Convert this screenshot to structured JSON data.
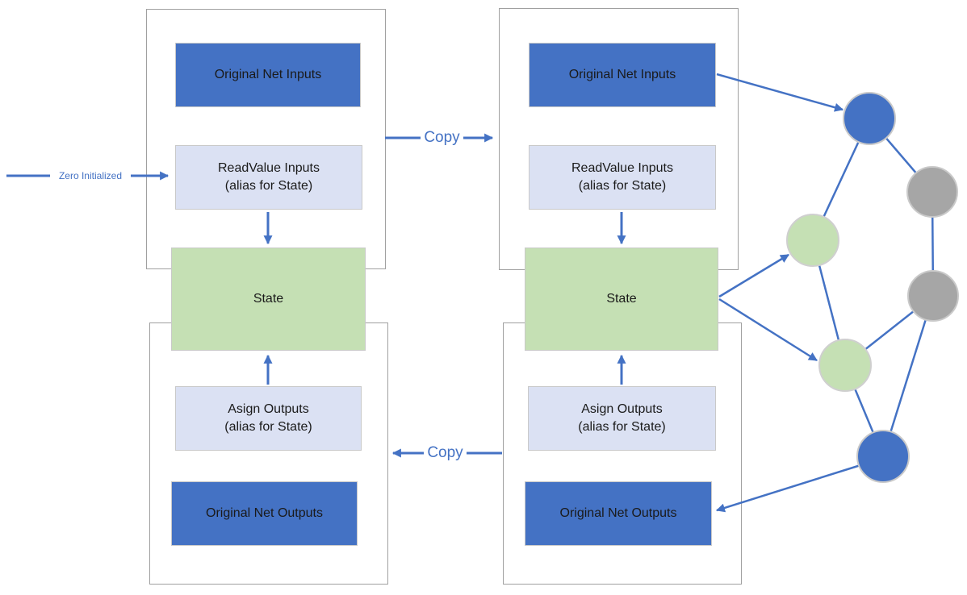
{
  "colors": {
    "accent_blue": "#4472c4",
    "lavender_fill": "#dbe1f3",
    "green_fill": "#c5e0b4",
    "node_gray_fill": "#a6a6a6",
    "container_border": "#a0a0a0",
    "connector_blue": "#4472c4",
    "background": "#ffffff"
  },
  "left_group": {
    "original_net_inputs": "Original Net Inputs",
    "readvalue_inputs": [
      "ReadValue Inputs",
      "(alias for State)"
    ],
    "state": "State",
    "asign_outputs": [
      "Asign Outputs",
      "(alias for State)"
    ],
    "original_net_outputs": "Original Net Outputs"
  },
  "right_group": {
    "original_net_inputs": "Original Net Inputs",
    "readvalue_inputs": [
      "ReadValue Inputs",
      "(alias for State)"
    ],
    "state": "State",
    "asign_outputs": [
      "Asign Outputs",
      "(alias for State)"
    ],
    "original_net_outputs": "Original Net Outputs"
  },
  "labels": {
    "zero_initialized": "Zero Initialized",
    "copy_top": "Copy",
    "copy_bottom": "Copy"
  },
  "network": {
    "nodes": [
      {
        "id": "node-blue-top",
        "color": "blue",
        "fill": "#4472c4"
      },
      {
        "id": "node-gray-upper",
        "color": "gray",
        "fill": "#a6a6a6"
      },
      {
        "id": "node-green-upper",
        "color": "green",
        "fill": "#c5e0b4"
      },
      {
        "id": "node-gray-lower",
        "color": "gray",
        "fill": "#a6a6a6"
      },
      {
        "id": "node-green-lower",
        "color": "green",
        "fill": "#c5e0b4"
      },
      {
        "id": "node-blue-bottom",
        "color": "blue",
        "fill": "#4472c4"
      }
    ],
    "edges": [
      [
        "node-blue-top",
        "node-gray-upper"
      ],
      [
        "node-blue-top",
        "node-green-upper"
      ],
      [
        "node-gray-upper",
        "node-gray-lower"
      ],
      [
        "node-green-upper",
        "node-green-lower"
      ],
      [
        "node-green-lower",
        "node-gray-lower"
      ],
      [
        "node-green-lower",
        "node-blue-bottom"
      ],
      [
        "node-gray-lower",
        "node-blue-bottom"
      ]
    ]
  },
  "flows": [
    {
      "label": "Zero Initialized",
      "from": "external-left",
      "to": "readvalue-inputs-left"
    },
    {
      "label": "Copy",
      "from": "left-inputs-container",
      "to": "right-inputs-container"
    },
    {
      "label": "Copy",
      "from": "right-outputs-container",
      "to": "left-outputs-container"
    },
    {
      "label": "",
      "from": "readvalue-inputs-left",
      "to": "state-left"
    },
    {
      "label": "",
      "from": "asign-outputs-left",
      "to": "state-left"
    },
    {
      "label": "",
      "from": "readvalue-inputs-right",
      "to": "state-right"
    },
    {
      "label": "",
      "from": "asign-outputs-right",
      "to": "state-right"
    },
    {
      "label": "",
      "from": "original-net-inputs-right",
      "to": "node-blue-top"
    },
    {
      "label": "",
      "from": "state-right",
      "to": "node-green-upper"
    },
    {
      "label": "",
      "from": "state-right",
      "to": "node-green-lower"
    },
    {
      "label": "",
      "from": "node-blue-bottom",
      "to": "original-net-outputs-right"
    }
  ]
}
